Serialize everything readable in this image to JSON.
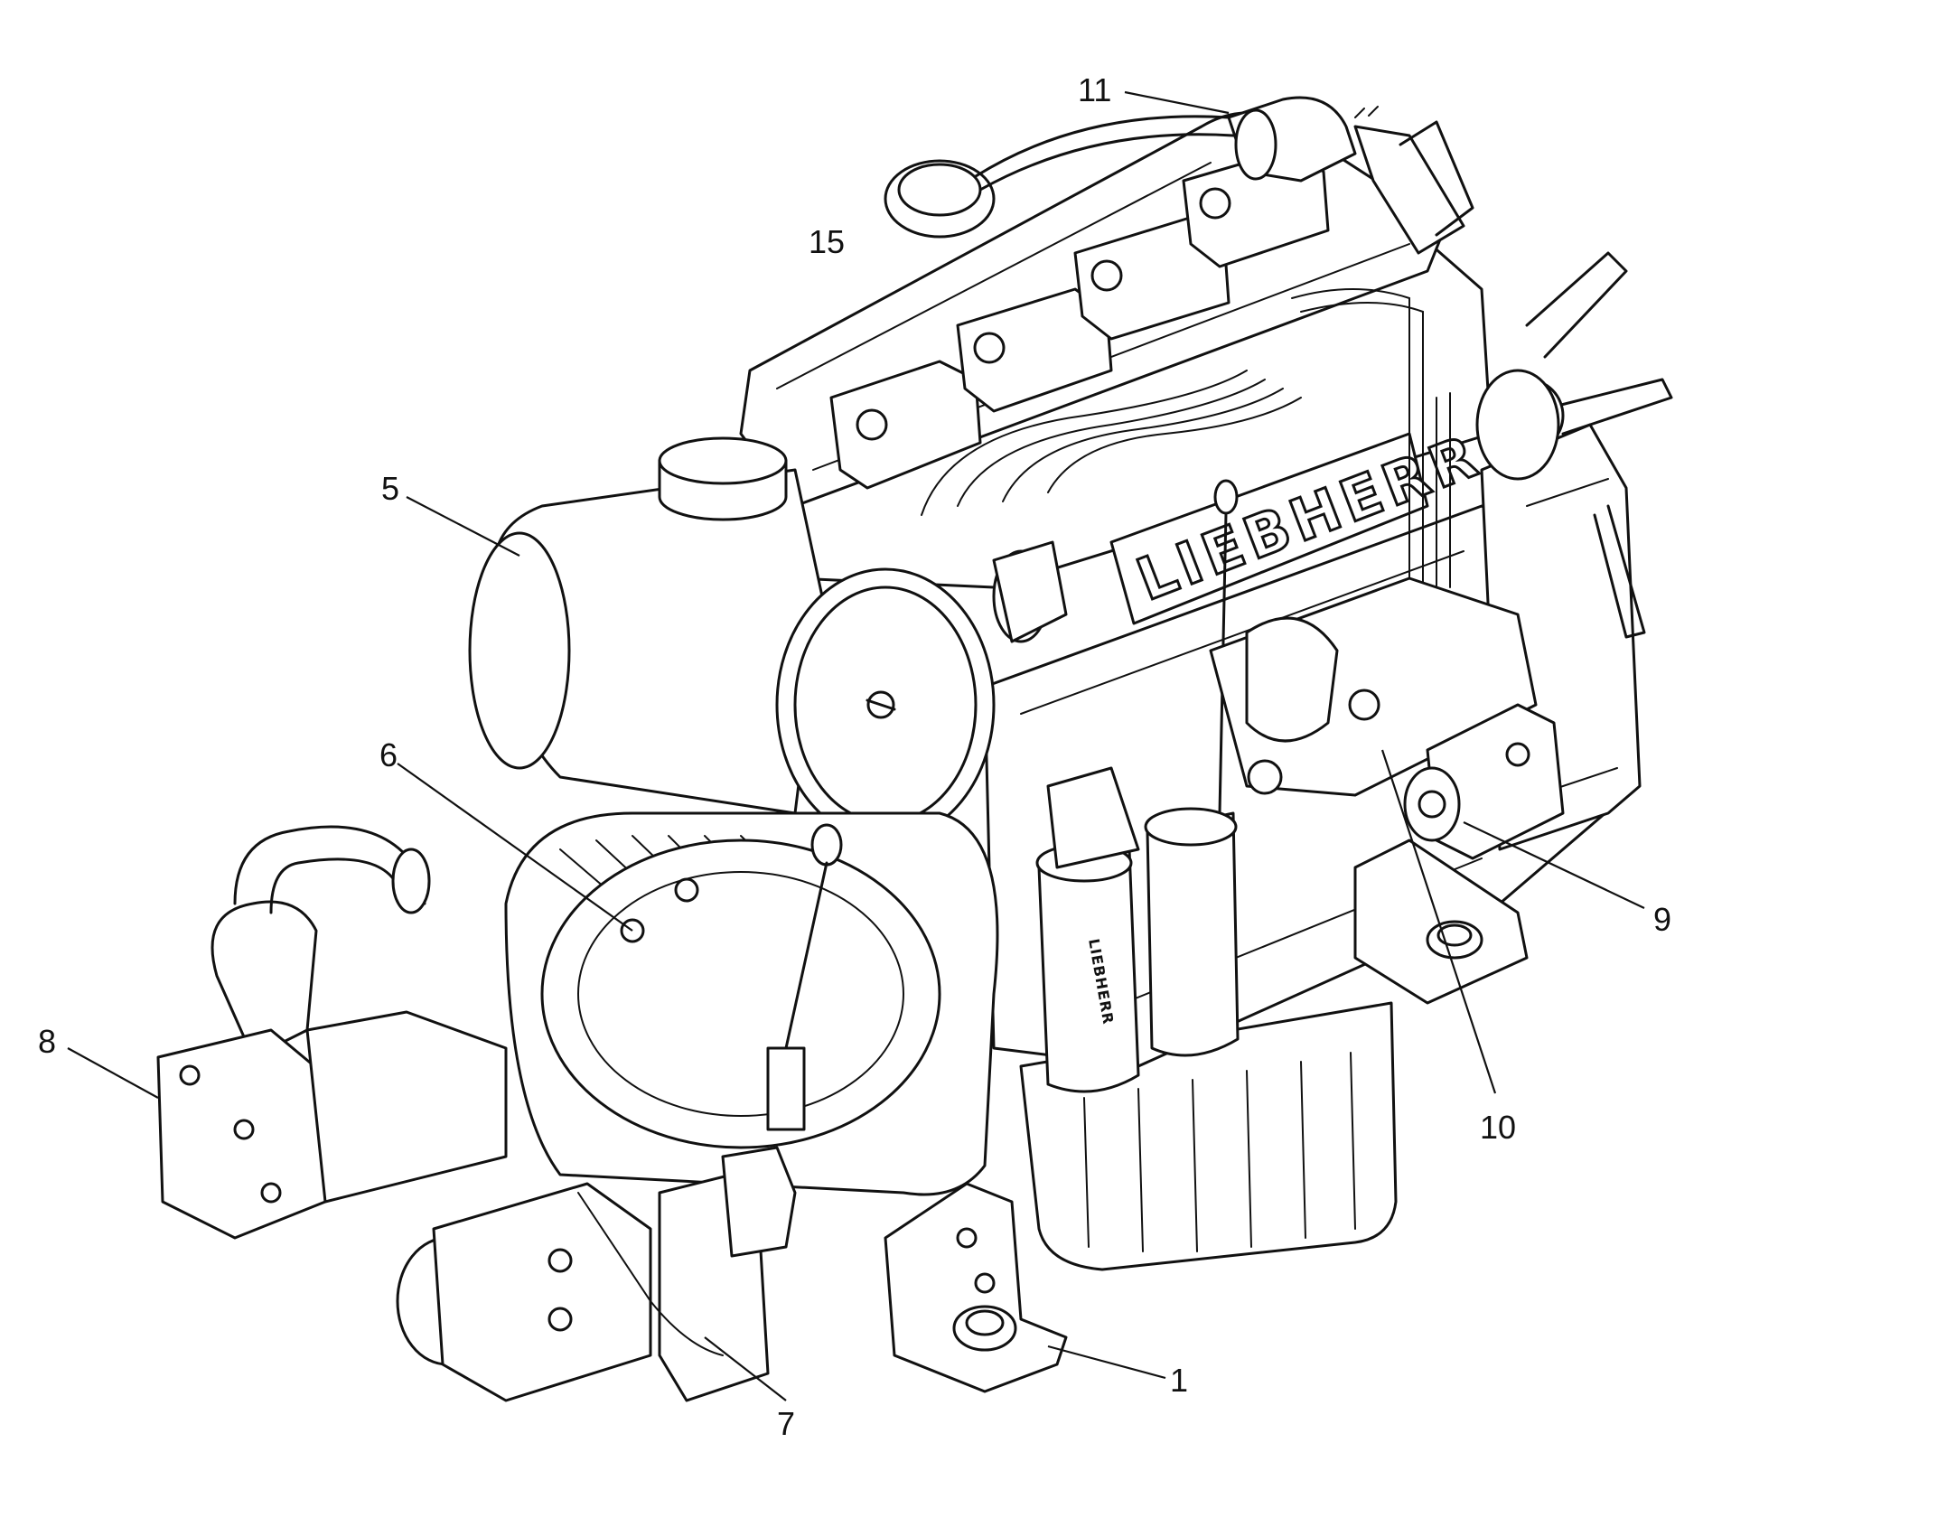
{
  "figure": {
    "brand_lettering": "LIEBHERR",
    "filter_lettering": "LIEBHERR",
    "callouts": [
      {
        "id": "c1",
        "label": "1"
      },
      {
        "id": "c5",
        "label": "5"
      },
      {
        "id": "c6",
        "label": "6"
      },
      {
        "id": "c7",
        "label": "7"
      },
      {
        "id": "c8",
        "label": "8"
      },
      {
        "id": "c9",
        "label": "9"
      },
      {
        "id": "c10",
        "label": "10"
      },
      {
        "id": "c11",
        "label": "11"
      },
      {
        "id": "c15",
        "label": "15"
      }
    ]
  }
}
